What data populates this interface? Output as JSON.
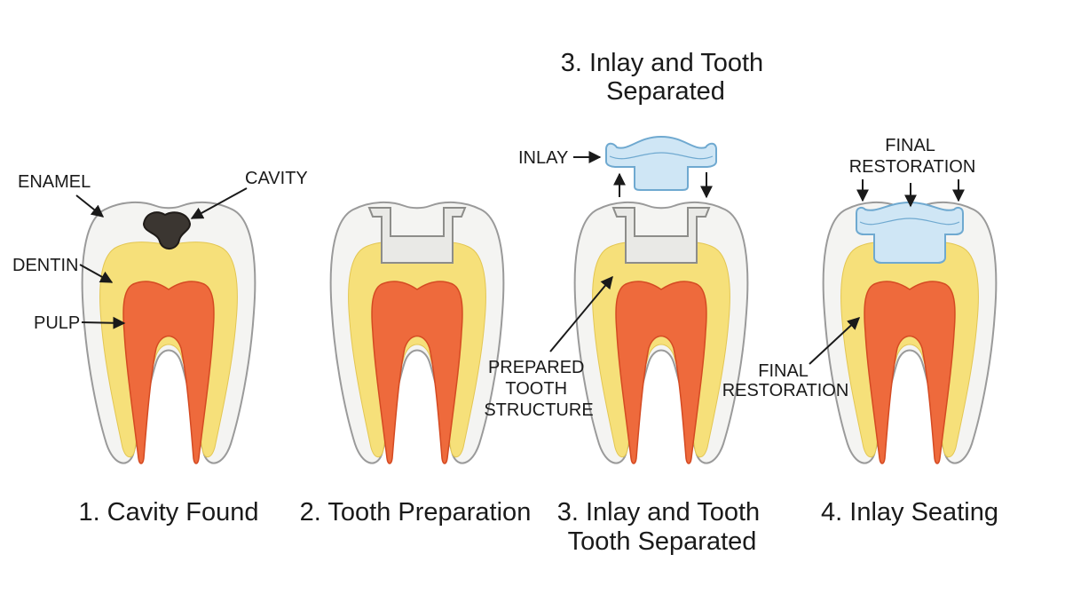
{
  "top_title": [
    "3. Inlay and Tooth",
    "Separated"
  ],
  "captions": {
    "step1": [
      "1. Cavity Found"
    ],
    "step2": [
      "2. Tooth Preparation"
    ],
    "step3": [
      "3. Inlay and Tooth",
      "Tooth Separated"
    ],
    "step4": [
      "4. Inlay Seating"
    ]
  },
  "labels": {
    "enamel": "ENAMEL",
    "cavity": "CAVITY",
    "dentin": "DENTIN",
    "pulp": "PULP",
    "inlay": "INLAY",
    "prepared": [
      "PREPARED",
      "TOOTH",
      "STRUCTURE"
    ],
    "final_top": [
      "FINAL",
      "RESTORATION"
    ],
    "final_side": [
      "FINAL",
      "RESTORATION"
    ]
  },
  "colors": {
    "enamel": "#f4f4f2",
    "outline": "#9a9a9a",
    "dentin": "#f6e07a",
    "pulp": "#ee6a3c",
    "pulp_edge": "#d44a22",
    "cavity": "#3b3631",
    "inlay": "#cfe6f5",
    "inlay_edge": "#6fa9d0",
    "prep": "#e9e9e6"
  }
}
